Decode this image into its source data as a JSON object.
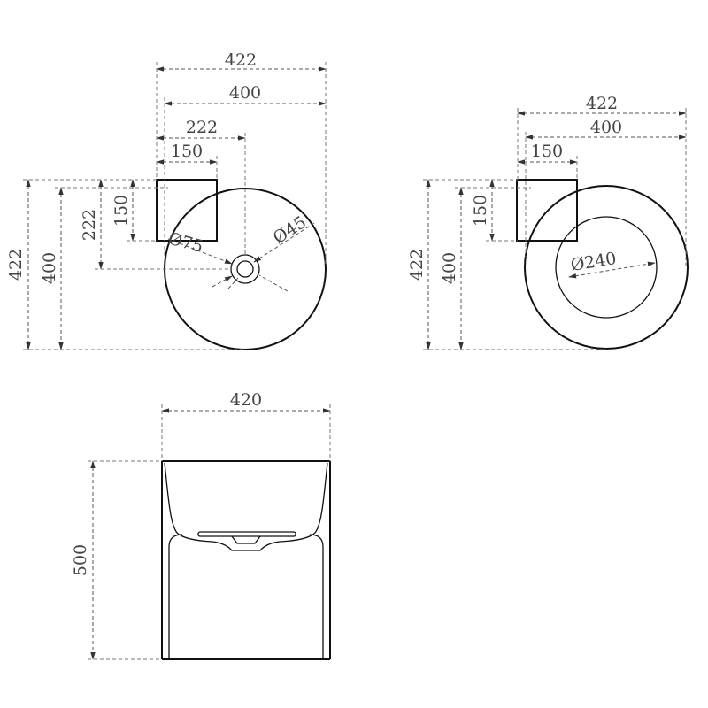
{
  "diagram": {
    "top_view_drain": {
      "dims": {
        "overall_width": "422",
        "bowl_width": "400",
        "tap_offset": "222",
        "deck_width": "150",
        "overall_depth": "422",
        "bowl_depth": "400",
        "tap_depth": "222",
        "deck_depth": "150",
        "tap_hole_dia": "Ø75",
        "drain_dia": "Ø45"
      }
    },
    "top_view_bowl": {
      "dims": {
        "overall_width": "422",
        "bowl_width": "400",
        "deck_width": "150",
        "overall_depth": "422",
        "bowl_depth": "400",
        "deck_depth": "150",
        "basin_dia": "Ø240"
      }
    },
    "front_view": {
      "dims": {
        "width": "420",
        "height": "500"
      }
    }
  }
}
